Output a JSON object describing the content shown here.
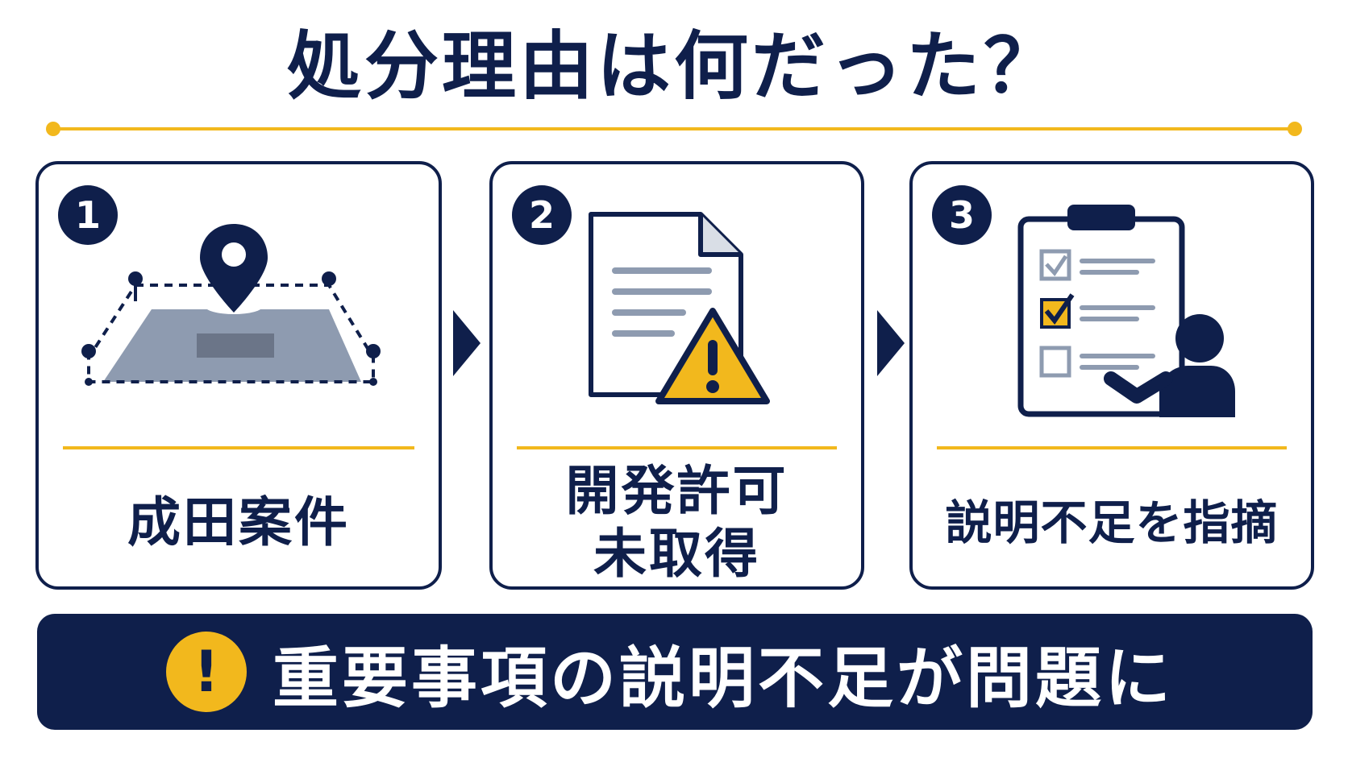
{
  "title": "処分理由は何だった？",
  "steps": [
    {
      "number": "1",
      "label_lines": [
        "成田案件"
      ]
    },
    {
      "number": "2",
      "label_lines": [
        "開発許可",
        "未取得"
      ]
    },
    {
      "number": "3",
      "label_lines": [
        "説明不足を指摘"
      ]
    }
  ],
  "banner": {
    "alert_symbol": "!",
    "text": "重要事項の説明不足が問題に"
  },
  "icons": [
    "map-pin-icon",
    "document-warning-icon",
    "checklist-person-icon",
    "arrow-right-icon",
    "exclamation-icon"
  ],
  "colors": {
    "navy": "#0f1f4b",
    "yellow": "#f2b81d",
    "gray": "#8e9bb0",
    "white": "#ffffff"
  }
}
